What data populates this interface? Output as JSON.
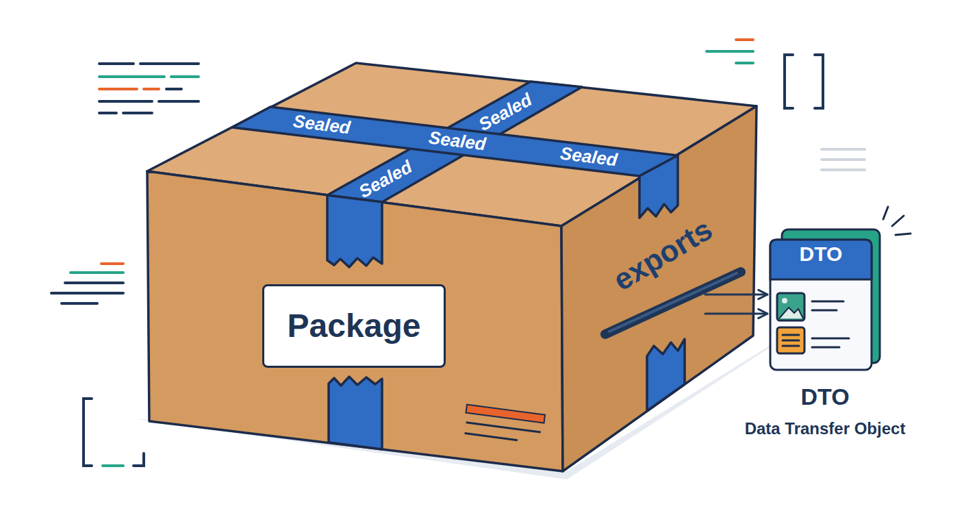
{
  "diagram": {
    "nodes": [
      {
        "text": [
          "Package",
          "exports"
        ]
      },
      {
        "text": [
          "DTO",
          "DTO",
          "Data Transfer Object"
        ]
      }
    ],
    "edges": [
      {
        "from": 0,
        "to": 1,
        "arrow": "to"
      },
      {
        "from": 0,
        "to": 1,
        "arrow": "to"
      }
    ],
    "labels": [
      "Sealed",
      "Sealed",
      "Sealed",
      "Sealed",
      "Sealed"
    ]
  }
}
